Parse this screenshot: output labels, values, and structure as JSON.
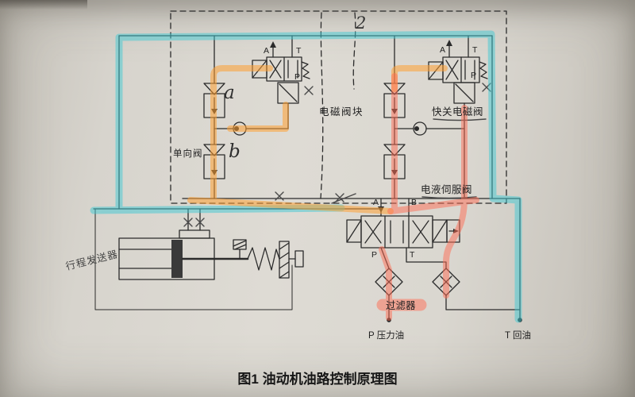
{
  "page": {
    "caption": "图1 油动机油路控制原理图",
    "handwritten_number": "2",
    "annotation_a": "a",
    "annotation_b": "b"
  },
  "labels": {
    "solenoid_valve_block": "电磁阀块",
    "quick_close_solenoid_valve": "快关电磁阀",
    "check_valve": "单向阀",
    "servo_valve": "电液伺服阀",
    "stroke_transmitter": "行程发送器",
    "oil_filter": "过滤器",
    "pressure_oil": "P 压力油",
    "return_oil": "T 回油"
  },
  "ports": {
    "left_valve": {
      "a": "A",
      "t": "T",
      "p": "P"
    },
    "right_valve": {
      "a": "A",
      "t": "T",
      "p": "P"
    },
    "servo": {
      "a": "A",
      "b": "B",
      "p": "P",
      "t": "T"
    }
  },
  "colors": {
    "ink": "#2b2b2b",
    "highlight_cyan": "#3fc9d4",
    "highlight_orange": "#ffa033",
    "highlight_red": "#ff6d55",
    "paper": "#d9d6cf"
  }
}
